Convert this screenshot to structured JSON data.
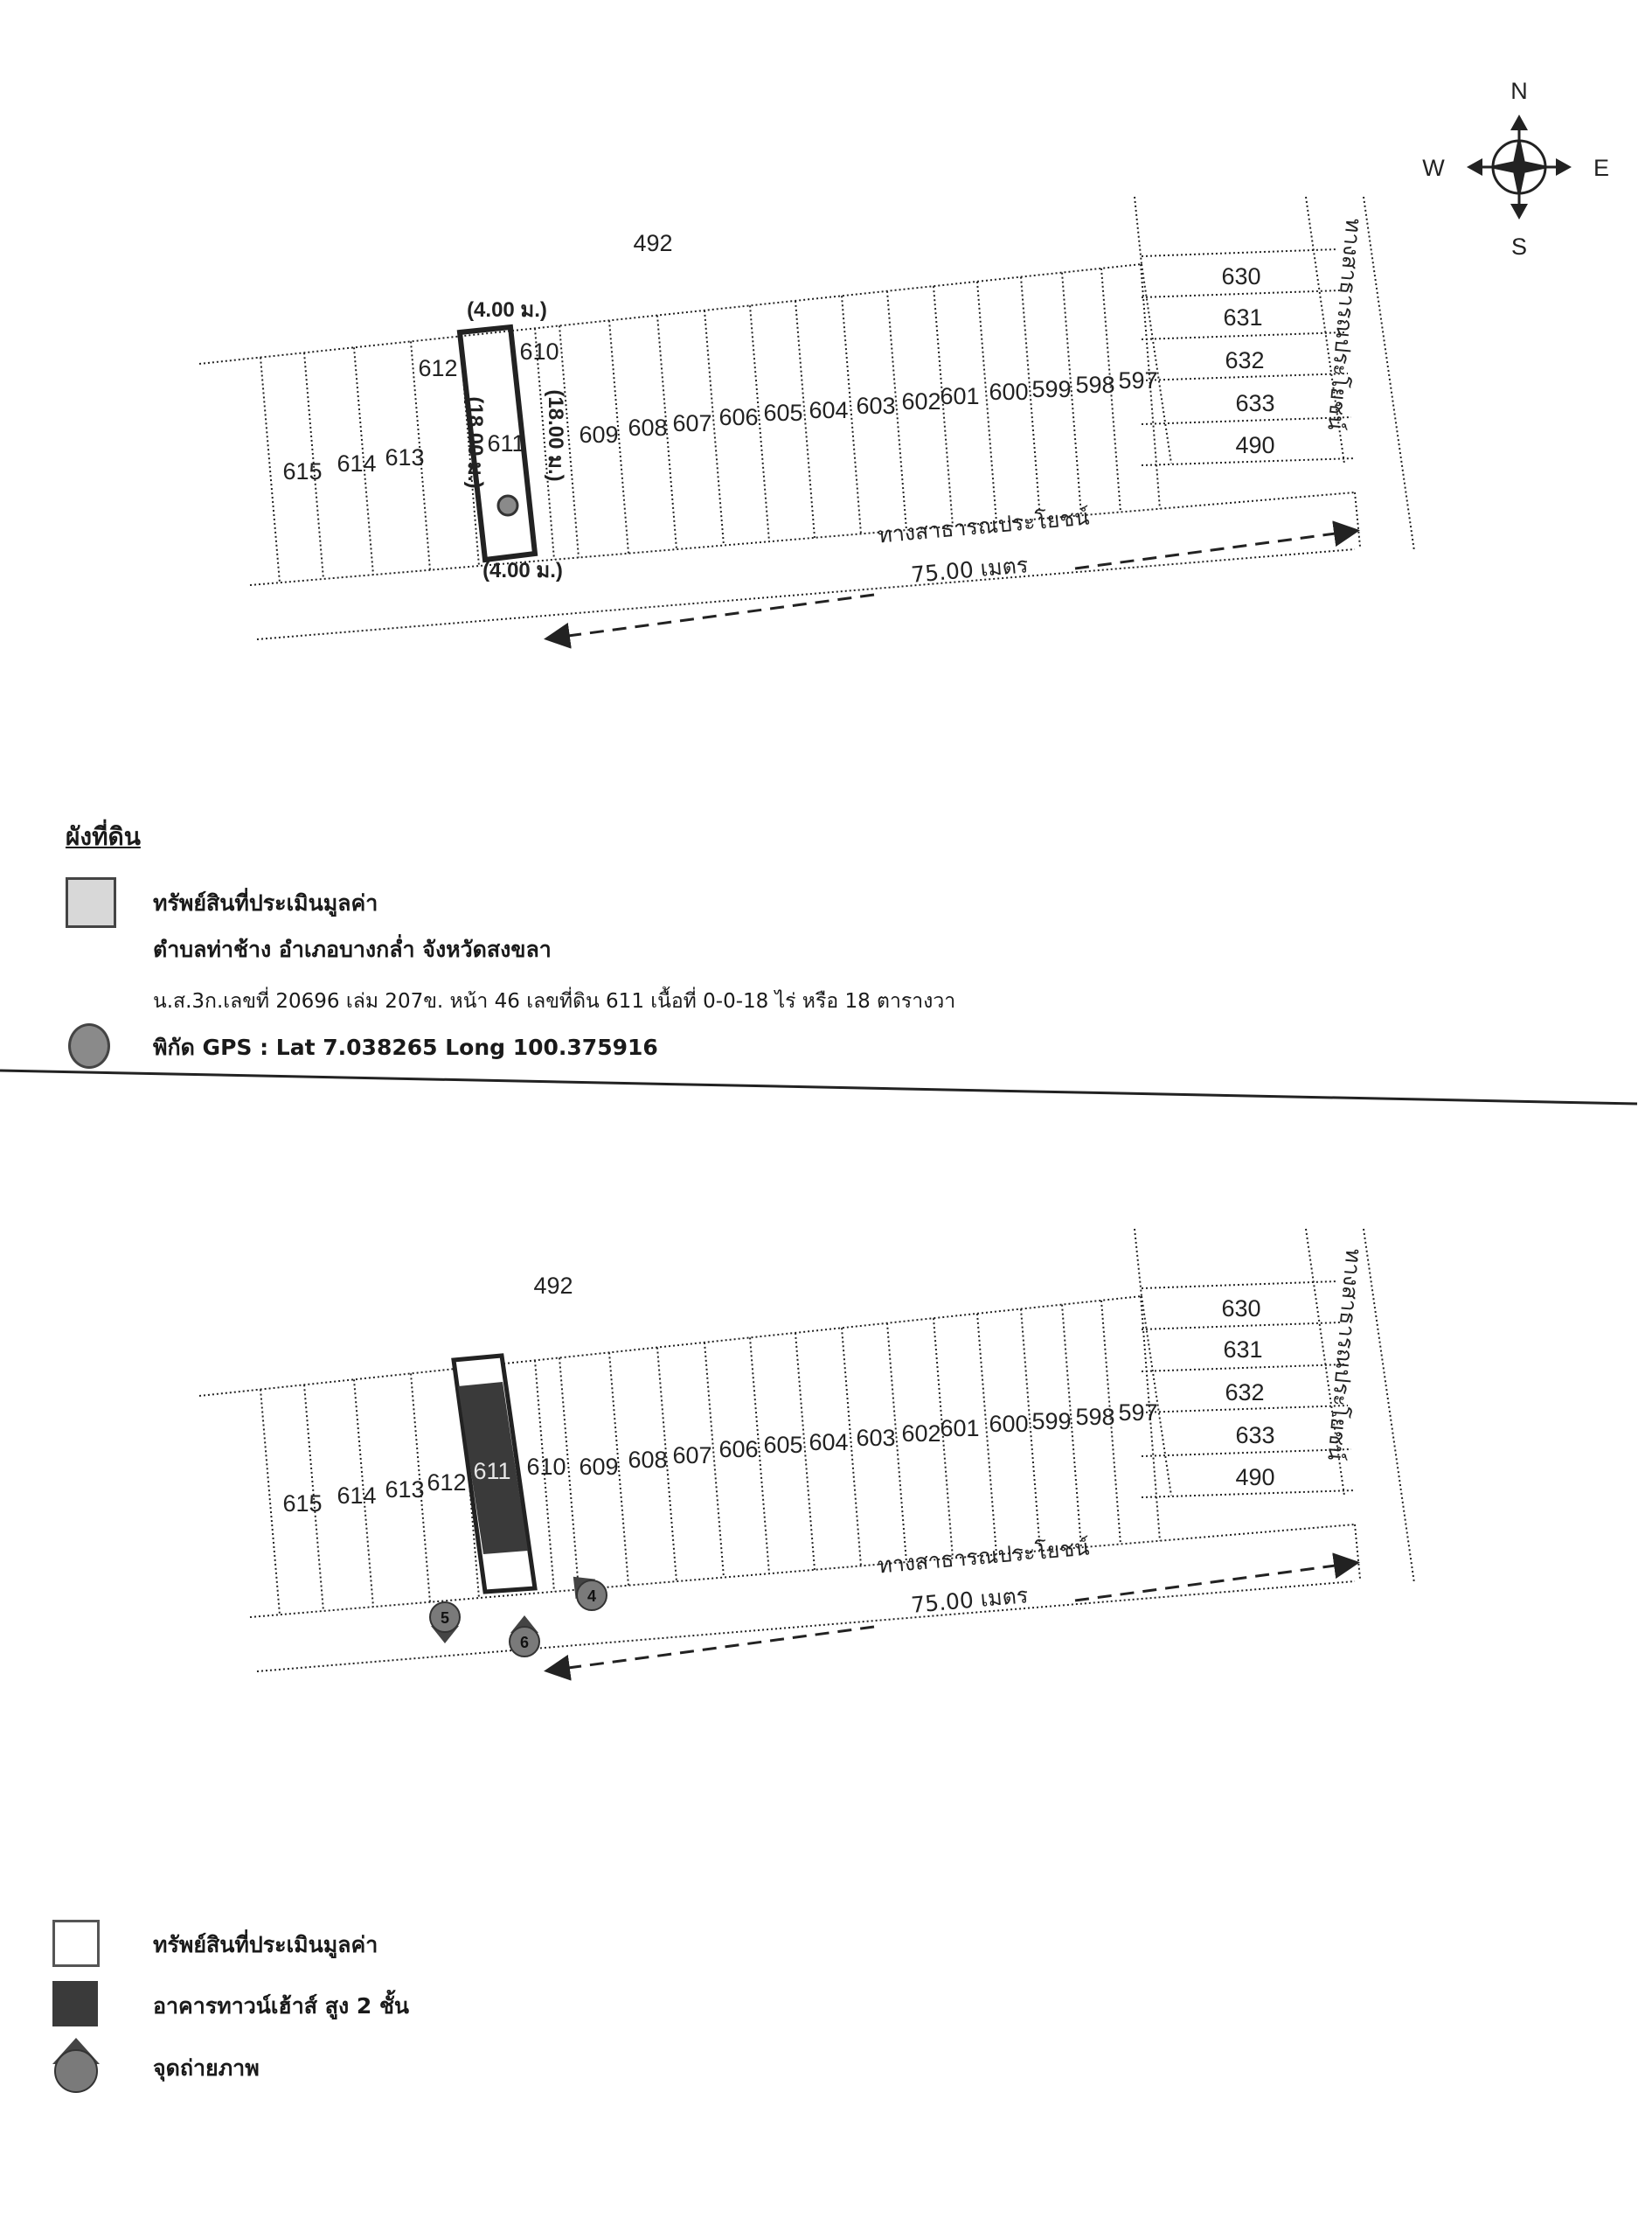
{
  "compass": {
    "n": "N",
    "s": "S",
    "e": "E",
    "w": "W"
  },
  "map_top": {
    "north_parcel": "492",
    "lots_main": [
      "615",
      "614",
      "613",
      "612",
      "611",
      "610",
      "609",
      "608",
      "607",
      "606",
      "605",
      "604",
      "603",
      "602",
      "601",
      "600",
      "599",
      "598",
      "597"
    ],
    "lots_right": [
      "630",
      "631",
      "632",
      "633",
      "490"
    ],
    "width_top": "(4.00 ม.)",
    "width_bottom": "(4.00 ม.)",
    "depth_left": "(18.00 ม.)",
    "depth_right": "(18.00 ม.)",
    "road_label": "ทางสาธารณประโยชน์",
    "side_road_label": "ทางสาธารณประโยชน์",
    "distance": "75.00 เมตร"
  },
  "legend_top": {
    "heading": "ผังที่ดิน",
    "asset_label": "ทรัพย์สินที่ประเมินมูลค่า",
    "location": "ตำบลท่าช้าง  อำเภอบางกล่ำ  จังหวัดสงขลา",
    "deed": "น.ส.3ก.เลขที่ 20696 เล่ม 207ข. หน้า 46  เลขที่ดิน 611  เนื้อที่ 0-0-18 ไร่ หรือ 18 ตารางวา",
    "gps": "พิกัด GPS : Lat 7.038265 Long 100.375916"
  },
  "map_bottom": {
    "north_parcel": "492",
    "lots_main": [
      "615",
      "614",
      "613",
      "612",
      "611",
      "610",
      "609",
      "608",
      "607",
      "606",
      "605",
      "604",
      "603",
      "602",
      "601",
      "600",
      "599",
      "598",
      "597"
    ],
    "lots_right": [
      "630",
      "631",
      "632",
      "633",
      "490"
    ],
    "road_label": "ทางสาธารณประโยชน์",
    "side_road_label": "ทางสาธารณประโยชน์",
    "distance": "75.00 เมตร",
    "photo_points": [
      "4",
      "5",
      "6"
    ]
  },
  "legend_bottom": {
    "asset_label": "ทรัพย์สินที่ประเมินมูลค่า",
    "building_label": "อาคารทาวน์เฮ้าส์ สูง 2 ชั้น",
    "photo_point_label": "จุดถ่ายภาพ"
  },
  "colors": {
    "ink": "#222222",
    "asset_fill": "#d8d8d8",
    "gps_dot": "#8a8a8a",
    "building": "#3a3a3a",
    "marker": "#7a7a7a"
  }
}
